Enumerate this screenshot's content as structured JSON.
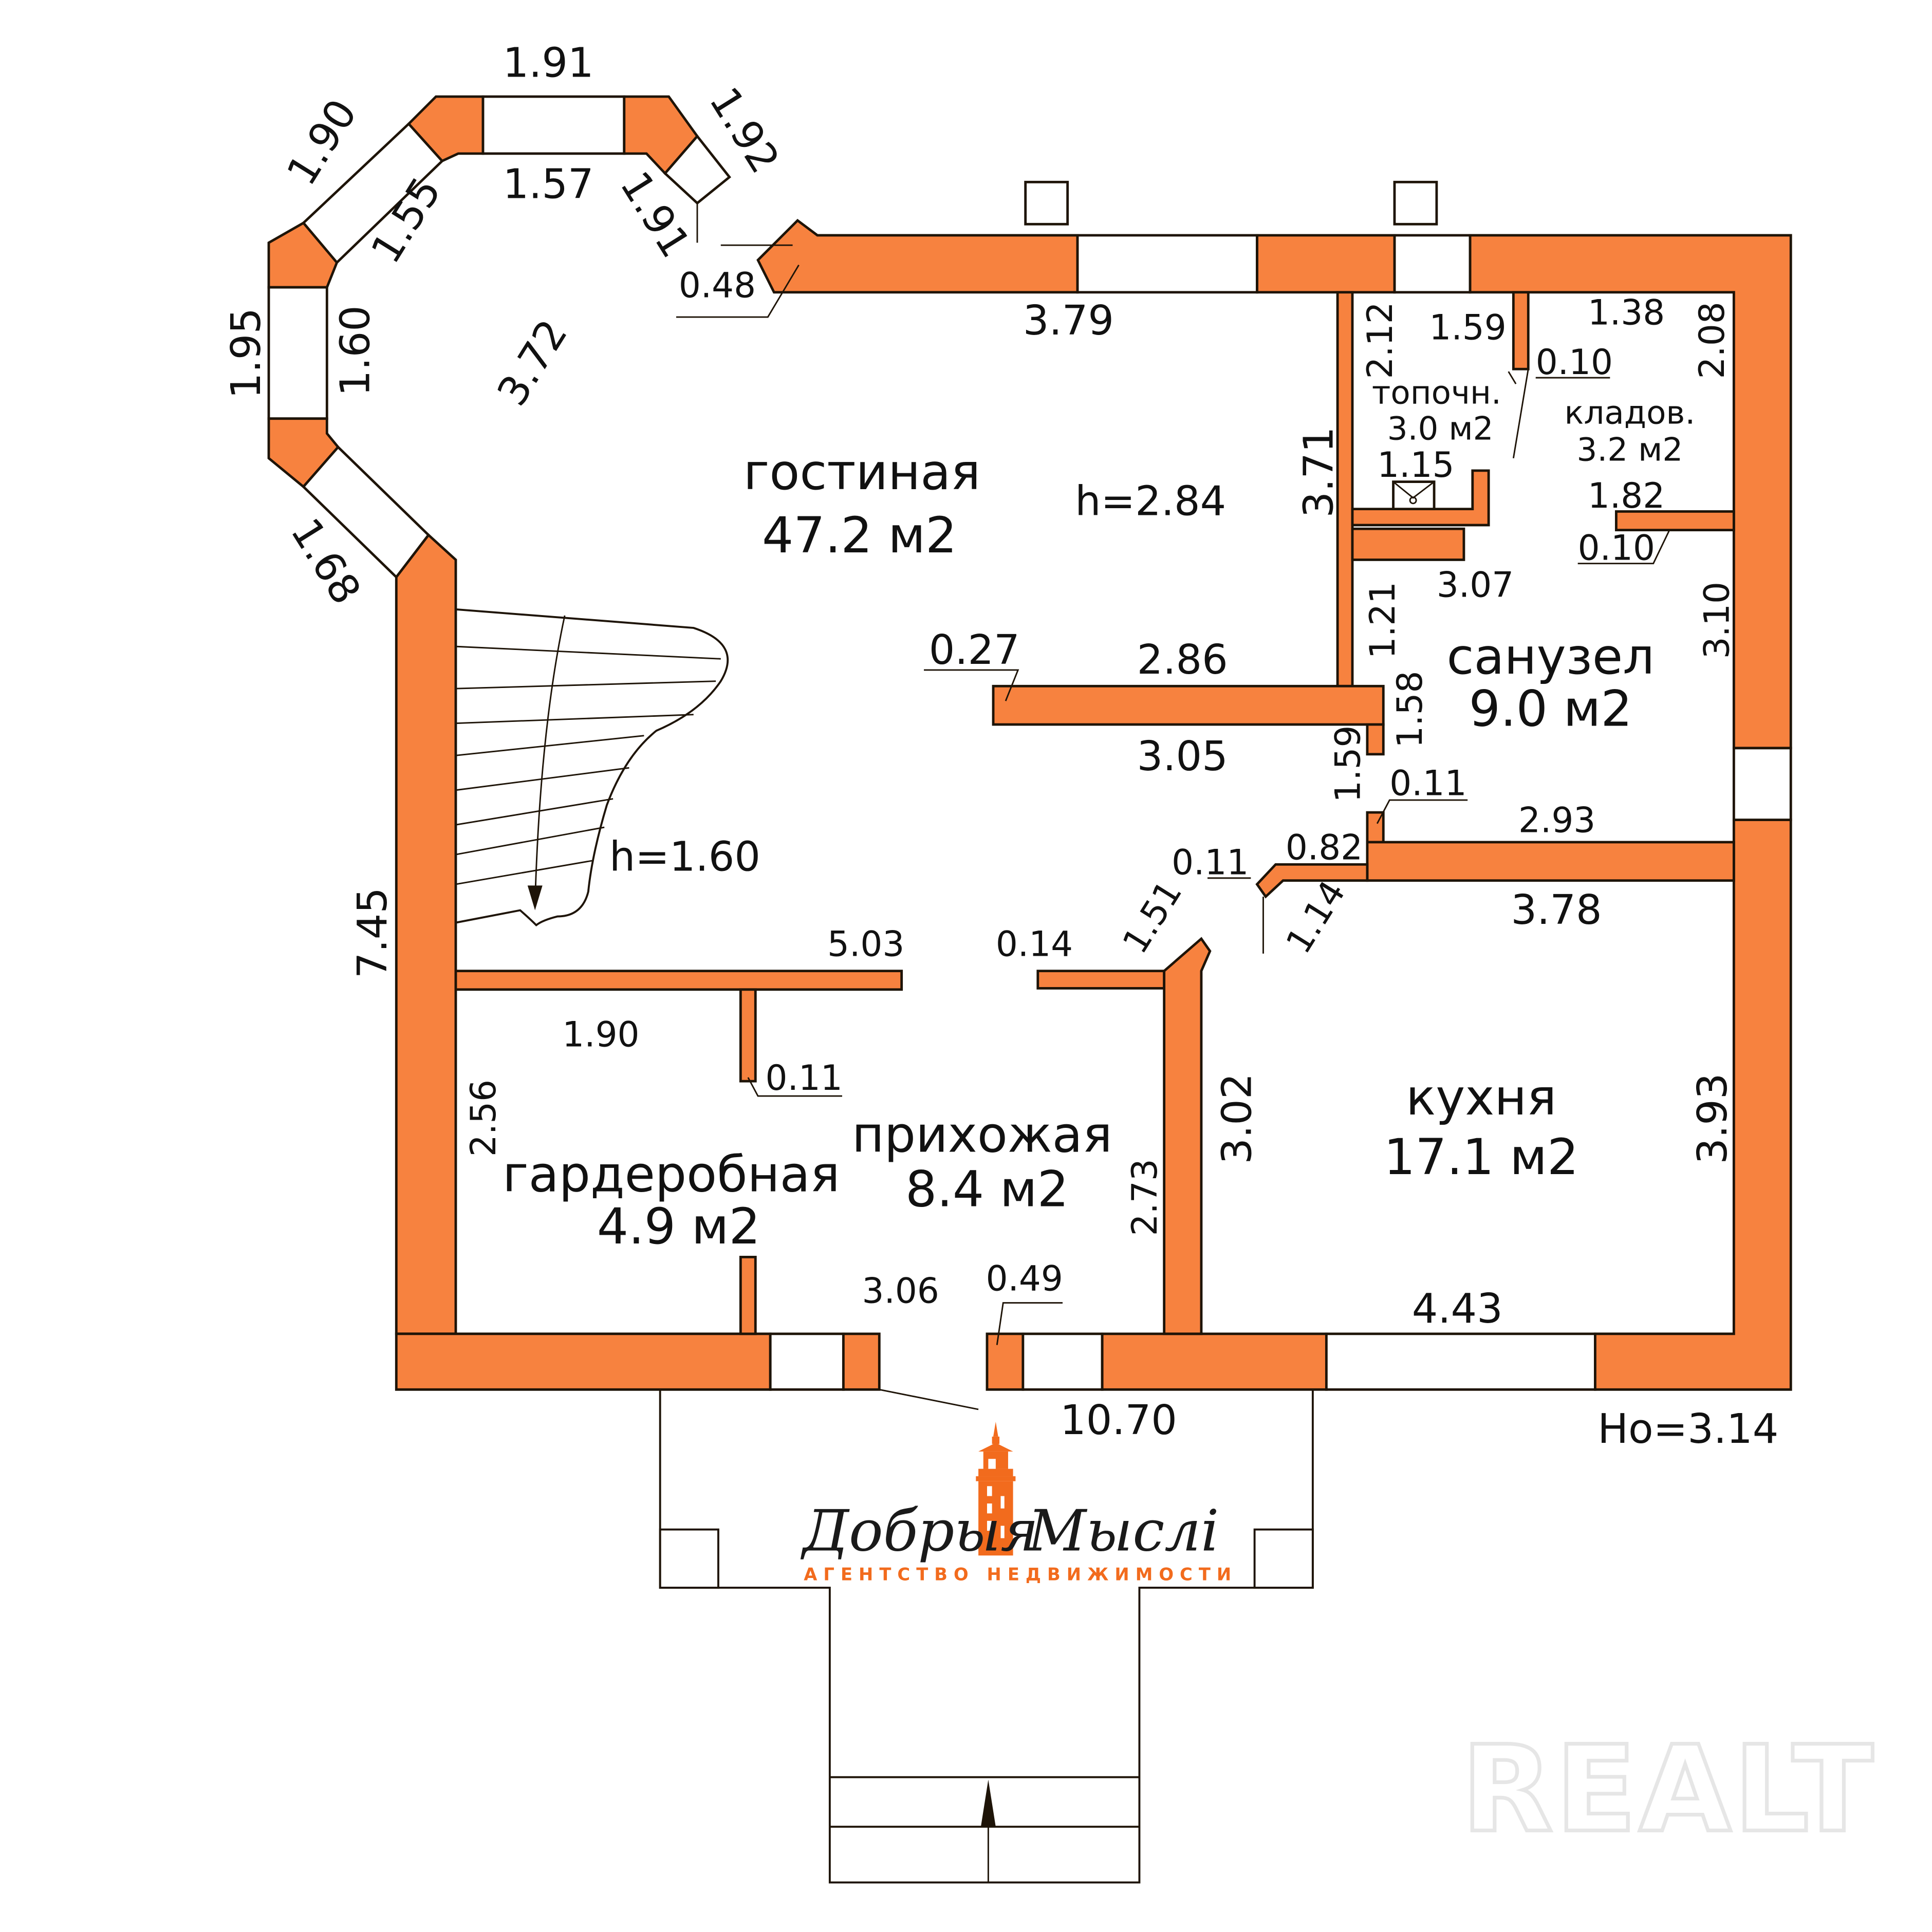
{
  "colors": {
    "wall": "#f7823f",
    "line": "#1e1408",
    "logo_accent": "#f26b1d"
  },
  "rooms": {
    "living": {
      "name": "гостиная",
      "area": "47.2 м2"
    },
    "boiler": {
      "name": "топочн.",
      "area": "3.0 м2"
    },
    "storage": {
      "name": "кладов.",
      "area": "3.2 м2"
    },
    "bathroom": {
      "name": "санузел",
      "area": "9.0 м2"
    },
    "kitchen": {
      "name": "кухня",
      "area": "17.1 м2"
    },
    "hall": {
      "name": "прихожая",
      "area": "8.4 м2"
    },
    "wardrobe": {
      "name": "гардеробная",
      "area": "4.9 м2"
    }
  },
  "heights": {
    "living": "h=2.84",
    "stair": "h=1.60",
    "overall": "Ho=3.14"
  },
  "dimensions": {
    "bay_top_outer": "1.91",
    "bay_top_inner": "1.57",
    "bay_left_outer": "1.90",
    "bay_left_inner": "1.55",
    "bay_right_outer": "1.92",
    "bay_right_inner": "1.91",
    "west_outer": "1.95",
    "west_inner": "1.60",
    "southwest_diag": "1.68",
    "bay_depth": "3.72",
    "bay_step": "0.48",
    "north_living": "3.79",
    "boiler_height": "2.12",
    "boiler_width": "1.59",
    "boiler_inner": "1.15",
    "storage_width": "1.38",
    "storage_height": "2.08",
    "storage_wall": "0.10",
    "storage_bottom": "1.82",
    "storage_wall2": "0.10",
    "east_core": "3.71",
    "bath_top": "3.07",
    "bath_left": "1.21",
    "bath_east": "3.10",
    "partition_stub": "0.27",
    "partition_top": "2.86",
    "partition_bottom": "3.05",
    "bath_door_a": "1.58",
    "bath_door_b": "1.59",
    "bath_stub": "0.11",
    "bath_bottom": "2.93",
    "kitchen_stub": "0.11",
    "kitchen_door": "0.82",
    "kitchen_top": "3.78",
    "kitchen_diag": "1.14",
    "hall_diag": "1.51",
    "hall_stub": "0.14",
    "west_total": "7.45",
    "wardrobe_top": "5.03",
    "wardrobe_inner": "1.90",
    "wardrobe_stub": "0.11",
    "wardrobe_height": "2.56",
    "hall_height": "2.73",
    "kitchen_west": "3.02",
    "kitchen_east": "3.93",
    "entry_width": "3.06",
    "entry_stub": "0.49",
    "kitchen_bottom": "4.43",
    "total_width": "10.70"
  },
  "logo": {
    "word1": "Добрыя",
    "word2": "Мыслі",
    "subtitle": "АГЕНТСТВО НЕДВИЖИМОСТИ"
  },
  "watermark": "REALT"
}
